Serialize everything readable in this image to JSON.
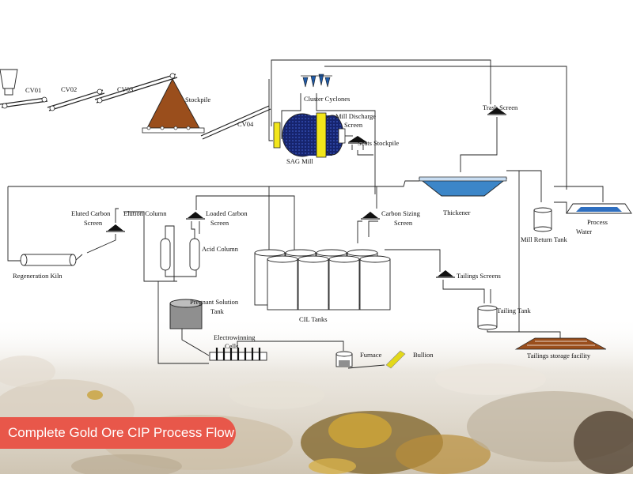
{
  "badge": {
    "text": "Complete Gold Ore CIP Process Flow",
    "color": "#e8574a"
  },
  "labels": {
    "cv01": "CV01",
    "cv02": "CV02",
    "cv03": "CV03",
    "stockpile": "Stockpile",
    "cv04": "CV04",
    "cluster_cyclones": "Cluster Cyclones",
    "trash_screen": "Trash Screen",
    "mill_discharge_screen_1": "Mill Discharge",
    "mill_discharge_screen_2": "Screen",
    "scats_stockpile": "Scats Stockpile",
    "sag_mill": "SAG Mill",
    "thickener": "Thickener",
    "process_water_1": "Process",
    "process_water_2": "Water",
    "mill_return_tank": "Mill Return Tank",
    "eluted_carbon_screen_1": "Eluted Carbon",
    "eluted_carbon_screen_2": "Screen",
    "elution_column": "Elution Column",
    "loaded_carbon_screen_1": "Loaded Carbon",
    "loaded_carbon_screen_2": "Screen",
    "carbon_sizing_screen_1": "Carbon Sizing",
    "carbon_sizing_screen_2": "Screen",
    "acid_column": "Acid Column",
    "regeneration_kiln": "Regeneration Kiln",
    "pregnant_solution_tank_1": "Pregnant Solution",
    "pregnant_solution_tank_2": "Tank",
    "cil_tanks": "CIL Tanks",
    "tailings_screens": "Tailings Screens",
    "tailing_tank": "Tailing Tank",
    "electrowinning_cells_1": "Electrowinning",
    "electrowinning_cells_2": "Cells",
    "furnace": "Furnace",
    "bullion": "Bullion",
    "tailings_storage_facility": "Tailings storage facility"
  },
  "colors": {
    "stockpile": "#9a4e1c",
    "sag_mill": "#1a2a7a",
    "mill_ends": "#f2e61b",
    "cyclones": "#1e5aa8",
    "thickener": "#3c86c8",
    "water": "#2f6fc0",
    "bullion": "#e3d81a",
    "tailings": "#9a4e1c"
  }
}
